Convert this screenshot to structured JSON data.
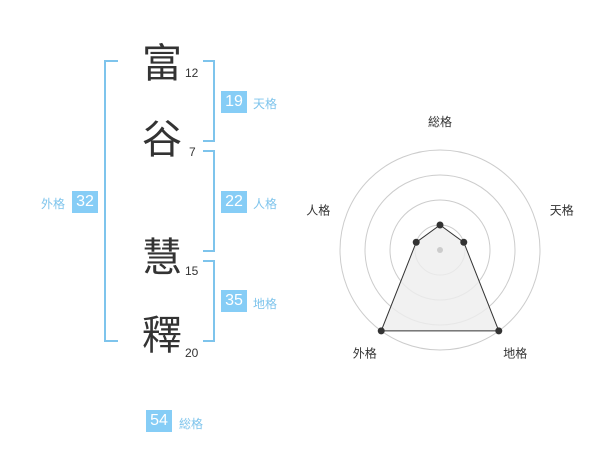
{
  "name": {
    "chars": [
      {
        "char": "富",
        "strokes": "12"
      },
      {
        "char": "谷",
        "strokes": "7"
      },
      {
        "char": "慧",
        "strokes": "15"
      },
      {
        "char": "釋",
        "strokes": "20"
      }
    ]
  },
  "kaku": {
    "tenkaku": {
      "value": "19",
      "label": "天格"
    },
    "jinkaku": {
      "value": "22",
      "label": "人格"
    },
    "chikaku": {
      "value": "35",
      "label": "地格"
    },
    "gaikaku": {
      "value": "32",
      "label": "外格"
    },
    "soukaku": {
      "value": "54",
      "label": "総格"
    }
  },
  "chart_data": {
    "type": "radar",
    "axes": [
      "総格",
      "天格",
      "地格",
      "外格",
      "人格"
    ],
    "values": [
      1,
      1,
      4,
      4,
      1
    ],
    "rmax": 4,
    "rings": 4,
    "colors": {
      "grid": "#cccccc",
      "fill": "#eeeeee",
      "line": "#333333",
      "center": "#cccccc"
    }
  }
}
